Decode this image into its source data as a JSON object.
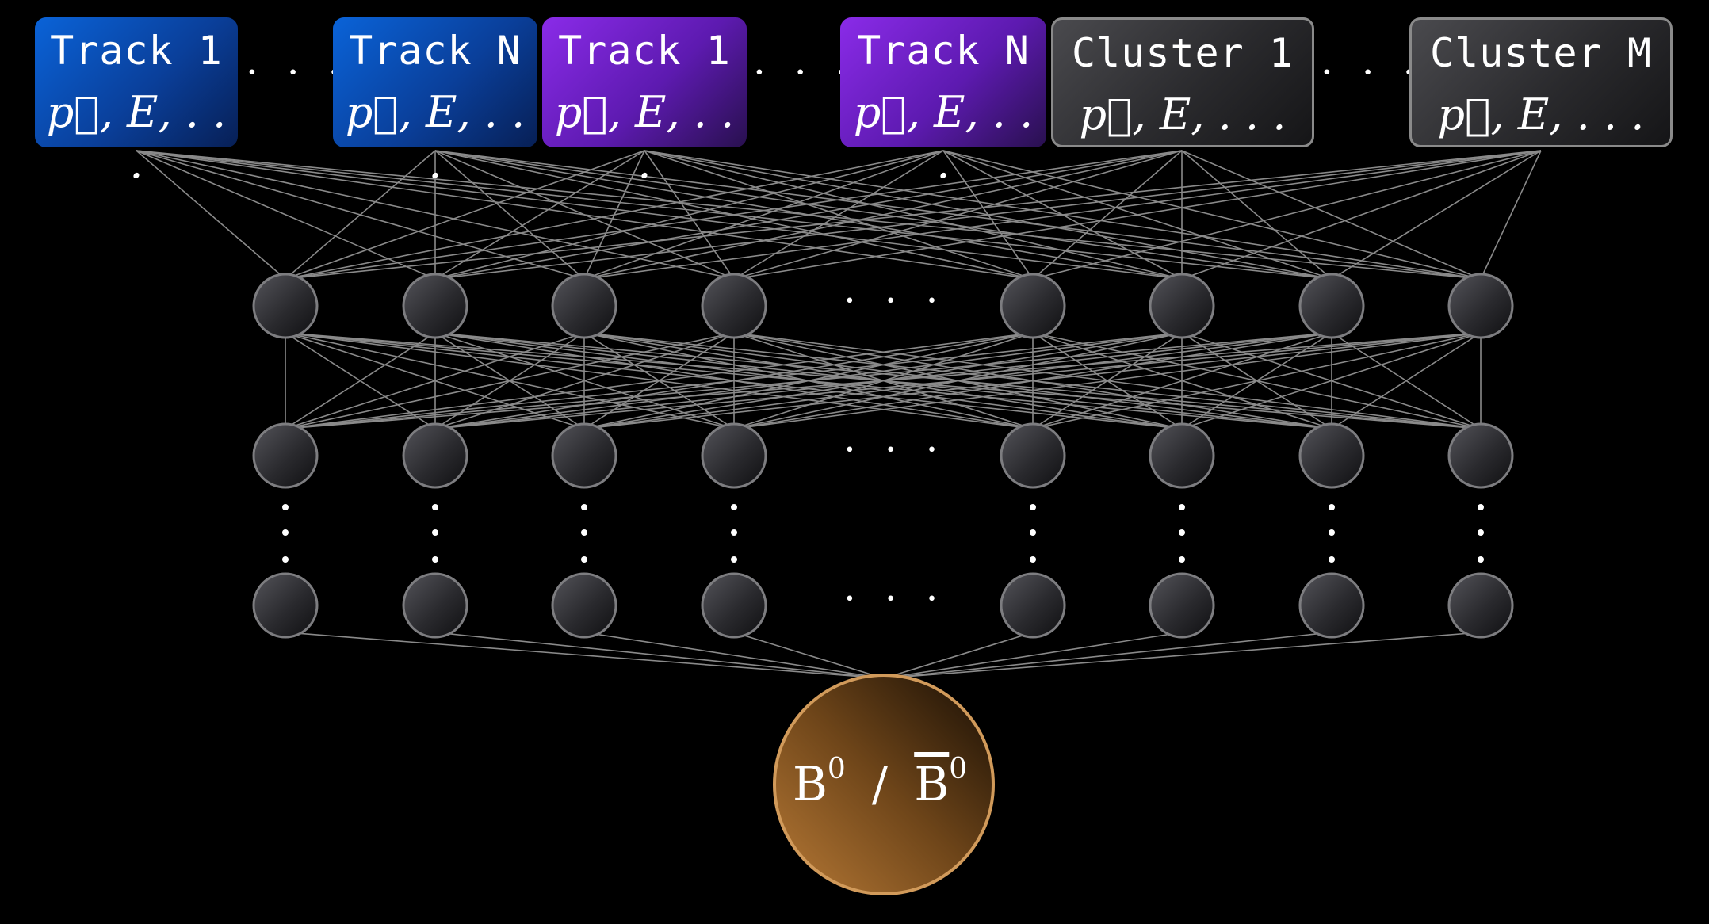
{
  "inputs": [
    {
      "label": "Track 1",
      "features": "p⃗, E, . . .",
      "style": "track-blue"
    },
    {
      "label": "Track N",
      "features": "p⃗, E, . . .",
      "style": "track-blue"
    },
    {
      "label": "Track 1",
      "features": "p⃗, E, . . .",
      "style": "track-purple"
    },
    {
      "label": "Track N",
      "features": "p⃗, E, . . .",
      "style": "track-purple"
    },
    {
      "label": "Cluster 1",
      "features": "p⃗, E, . . .",
      "style": "cluster"
    },
    {
      "label": "Cluster M",
      "features": "p⃗, E, . . .",
      "style": "cluster"
    }
  ],
  "ellipsis": "· · ·",
  "vertical_ellipsis": "⋮",
  "hidden_layers": 3,
  "neurons_per_layer": 8,
  "output": {
    "label_left": "B",
    "sup_left": "0",
    "separator": "/",
    "label_right": "B",
    "sup_right": "0"
  },
  "colors": {
    "background": "#000000",
    "edge": "#8a8a8a",
    "neuron_fill_light": "#4a4a50",
    "neuron_fill_dark": "#141416",
    "neuron_stroke": "#7d7d80",
    "output_fill_light": "#b87a36",
    "output_fill_dark": "#1e1206",
    "output_stroke": "#d19a5a"
  }
}
